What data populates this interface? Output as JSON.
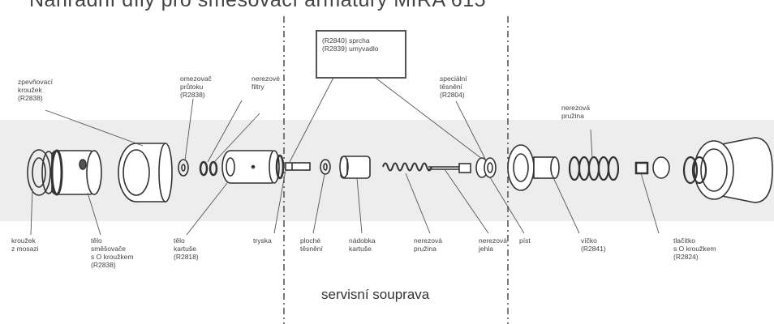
{
  "title": "Náhradní díly pro směšovací armatury MIRA 615",
  "service_kit_label": "servisní souprava",
  "box_label": "(R2840) sprcha\n(R2839) umyvadlo",
  "top_labels": {
    "reinforcing_ring": "zpevňovací\nkroužek\n(R2838)",
    "flow_limiter": "omezovač\nprůtoku\n(R2838)",
    "stainless_filters": "nerezové\nfiltry",
    "special_seal": "speciální\ntěsnění\n(R2804)",
    "stainless_spring_top": "nerezová\npružina"
  },
  "bottom_labels": {
    "brass_ring": "kroužek\nz mosazi",
    "mixer_body": "tělo\nsměšovače\ns O kroužkem\n(R2838)",
    "cartridge_body": "tělo\nkartuše\n(R2818)",
    "nozzle": "tryska",
    "flat_seals": "ploché\ntěsnění",
    "cartridge_vessel": "nádobka\nkartuše",
    "stainless_spring": "nerezová\npružina",
    "stainless_needle": "nerezová\njehla",
    "piston": "píst",
    "lid": "víčko\n(R2841)",
    "button": "tlačítko\ns O kroužkem\n(R2824)"
  }
}
